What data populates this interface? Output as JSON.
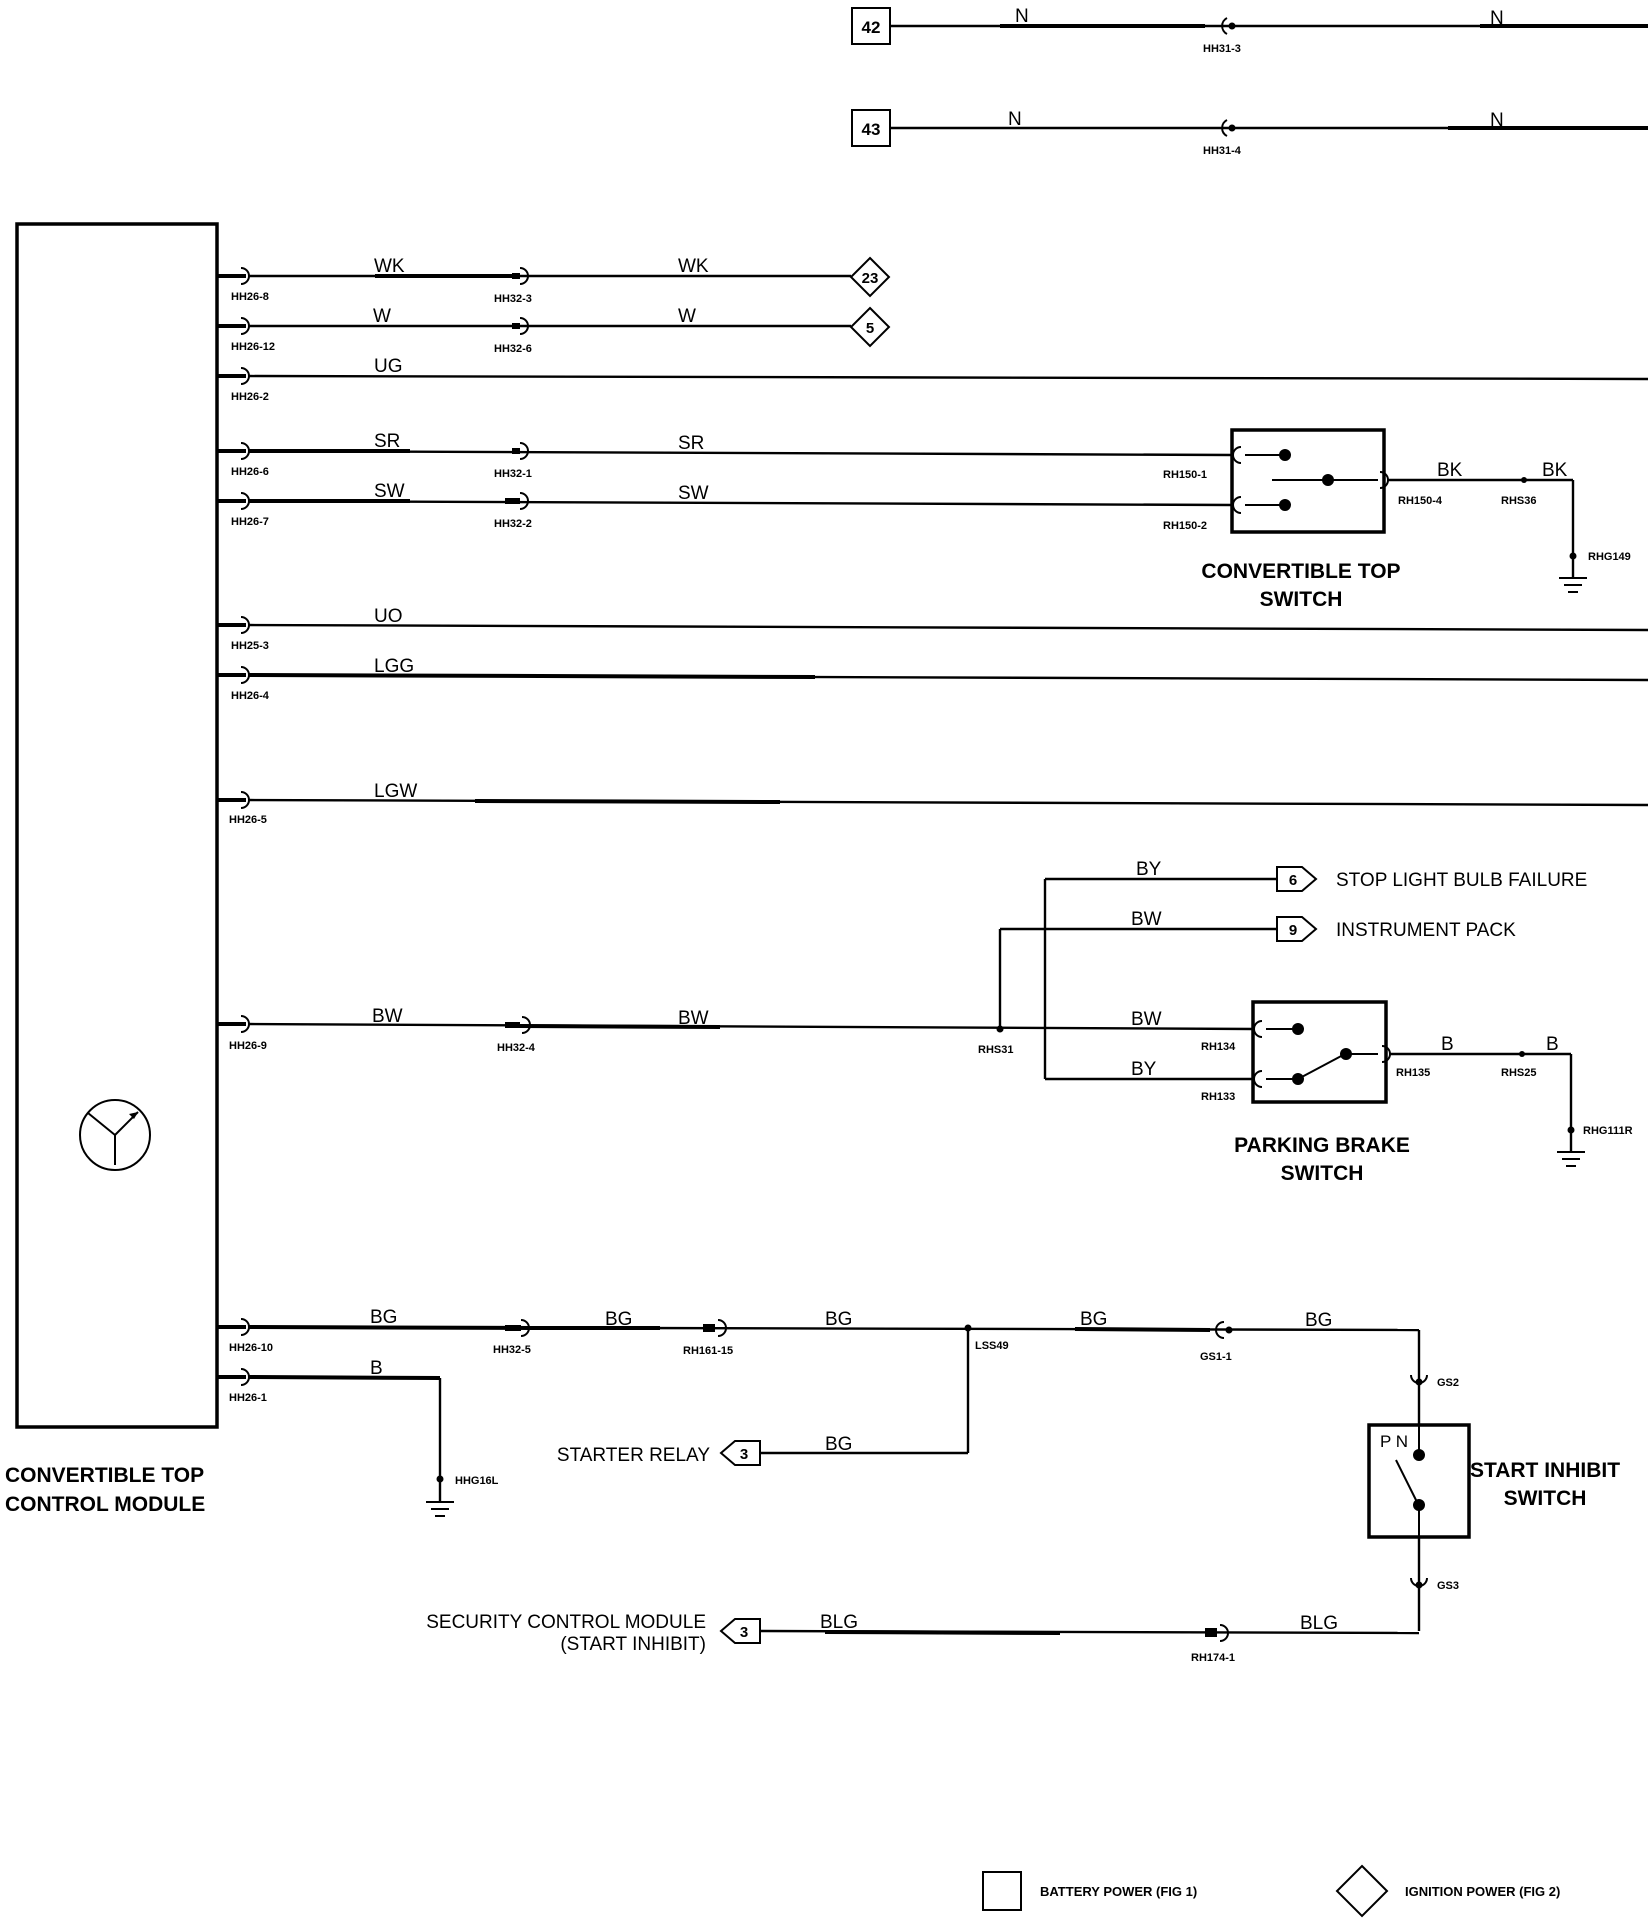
{
  "module": {
    "name_line1": "CONVERTIBLE TOP",
    "name_line2": "CONTROL MODULE"
  },
  "convertible_top_switch": {
    "line1": "CONVERTIBLE TOP",
    "line2": "SWITCH"
  },
  "parking_brake_switch": {
    "line1": "PARKING BRAKE",
    "line2": "SWITCH"
  },
  "start_inhibit_switch": {
    "line1": "START INHIBIT",
    "line2": "SWITCH",
    "contact_label": "P N"
  },
  "destinations": {
    "stop_light": "STOP LIGHT BULB FAILURE",
    "instrument_pack": "INSTRUMENT PACK",
    "starter_relay": "STARTER RELAY",
    "security_line1": "SECURITY CONTROL MODULE",
    "security_line2": "(START INHIBIT)"
  },
  "refs": {
    "r42": "42",
    "r43": "43",
    "r23": "23",
    "r5": "5",
    "r6": "6",
    "r9": "9",
    "r3a": "3",
    "r3b": "3"
  },
  "wires": {
    "n1": "N",
    "n2": "N",
    "n3": "N",
    "n4": "N",
    "wk1": "WK",
    "wk2": "WK",
    "w1": "W",
    "w2": "W",
    "ug": "UG",
    "sr1": "SR",
    "sr2": "SR",
    "sw1": "SW",
    "sw2": "SW",
    "bk1": "BK",
    "bk2": "BK",
    "uo": "UO",
    "lgg": "LGG",
    "lgw": "LGW",
    "by1": "BY",
    "bw1": "BW",
    "bw2": "BW",
    "bw3": "BW",
    "bw4": "BW",
    "by2": "BY",
    "b1": "B",
    "b2": "B",
    "b3": "B",
    "bg1": "BG",
    "bg2": "BG",
    "bg3": "BG",
    "bg4": "BG",
    "bg5": "BG",
    "bg6": "BG",
    "blg1": "BLG",
    "blg2": "BLG"
  },
  "connectors": {
    "hh31_3": "HH31-3",
    "hh31_4": "HH31-4",
    "hh26_8": "HH26-8",
    "hh26_12": "HH26-12",
    "hh26_2": "HH26-2",
    "hh26_6": "HH26-6",
    "hh26_7": "HH26-7",
    "hh25_3": "HH25-3",
    "hh26_4": "HH26-4",
    "hh26_5": "HH26-5",
    "hh26_9": "HH26-9",
    "hh26_10": "HH26-10",
    "hh26_1": "HH26-1",
    "hh32_3": "HH32-3",
    "hh32_6": "HH32-6",
    "hh32_1": "HH32-1",
    "hh32_2": "HH32-2",
    "hh32_4": "HH32-4",
    "hh32_5": "HH32-5",
    "rh150_1": "RH150-1",
    "rh150_2": "RH150-2",
    "rh150_4": "RH150-4",
    "rhs36": "RHS36",
    "rhg149": "RHG149",
    "rhs31": "RHS31",
    "rh134": "RH134",
    "rh133": "RH133",
    "rh135": "RH135",
    "rhs25": "RHS25",
    "rhg111r": "RHG111R",
    "rh161_15": "RH161-15",
    "lss49": "LSS49",
    "gs1_1": "GS1-1",
    "gs2": "GS2",
    "gs3": "GS3",
    "rh174_1": "RH174-1",
    "hhg16l": "HHG16L"
  },
  "legend": {
    "battery": "BATTERY POWER (FIG 1)",
    "ignition": "IGNITION POWER (FIG 2)"
  }
}
